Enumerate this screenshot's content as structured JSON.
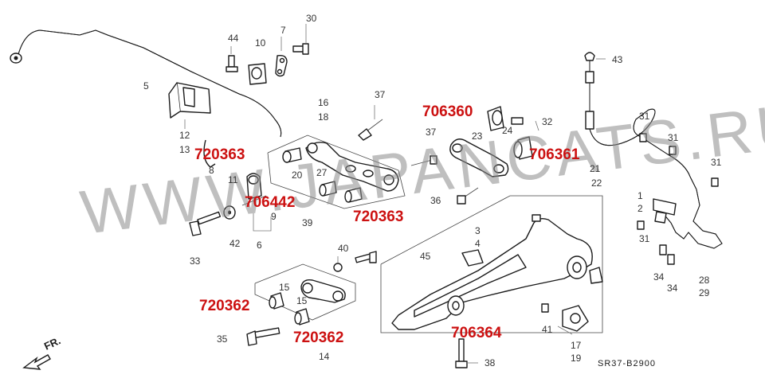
{
  "watermark": "WWW.JAPANCATS.RU",
  "diagram_code": "SR37-B2900",
  "direction_label": "FR.",
  "callouts": [
    {
      "id": "c1",
      "text": "706360"
    },
    {
      "id": "c2",
      "text": "706361"
    },
    {
      "id": "c3",
      "text": "720363"
    },
    {
      "id": "c4",
      "text": "706442"
    },
    {
      "id": "c5",
      "text": "720363"
    },
    {
      "id": "c6",
      "text": "720362"
    },
    {
      "id": "c7",
      "text": "720362"
    },
    {
      "id": "c8",
      "text": "706364"
    }
  ],
  "part_numbers": [
    "1",
    "2",
    "3",
    "4",
    "5",
    "6",
    "7",
    "8",
    "9",
    "10",
    "11",
    "12",
    "13",
    "14",
    "15",
    "15",
    "16",
    "17",
    "18",
    "19",
    "20",
    "21",
    "22",
    "23",
    "24",
    "27",
    "28",
    "29",
    "30",
    "31",
    "31",
    "31",
    "31",
    "32",
    "33",
    "34",
    "34",
    "35",
    "36",
    "37",
    "37",
    "38",
    "39",
    "40",
    "41",
    "42",
    "43",
    "44",
    "45"
  ],
  "colors": {
    "callout": "#cc1111",
    "line": "#1a1a1a",
    "label": "#333333",
    "watermark": "#8a8a8a"
  }
}
